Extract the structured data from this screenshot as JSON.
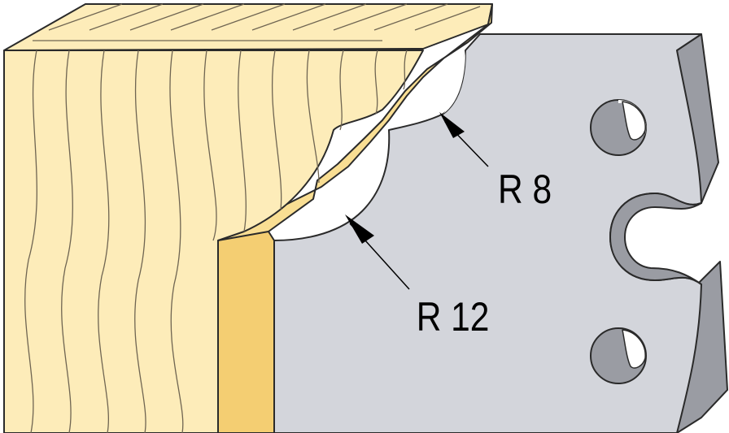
{
  "labels": {
    "r8": "R 8",
    "r12": "R 12"
  },
  "colors": {
    "wood_light": "#FDECB9",
    "wood_mid": "#F9DE93",
    "wood_dark": "#F4CE72",
    "grain": "#6f6552",
    "steel_face": "#D3D5DB",
    "steel_side": "#9A9CA3",
    "outline": "#2a2a2a"
  },
  "icons": [
    "wood-profile",
    "steel-cutter-knife",
    "leader-arrow"
  ]
}
